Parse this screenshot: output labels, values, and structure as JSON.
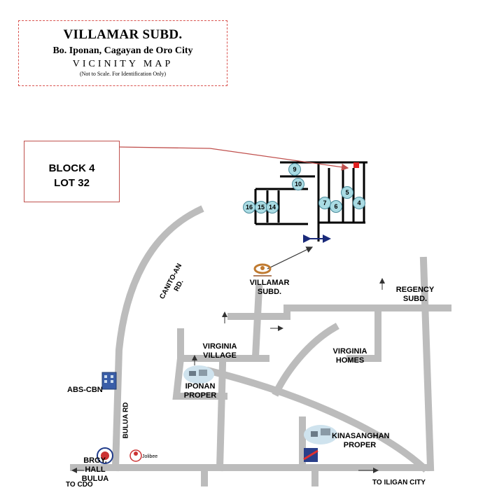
{
  "title": {
    "subdivision": "VILLAMAR SUBD.",
    "location": "Bo. Iponan,  Cagayan de Oro City",
    "map_label": "VICINITY MAP",
    "note": "(Not to Scale. For Identification Only)"
  },
  "callout": {
    "line1": "BLOCK 4",
    "line2": "LOT 32"
  },
  "lots": [
    "9",
    "10",
    "16",
    "15",
    "14",
    "7",
    "6",
    "5",
    "4"
  ],
  "labels": {
    "villamar": "VILLAMAR SUBD.",
    "canito_an": "CANITO-AN RD.",
    "regency": "REGENCY SUBD.",
    "virginia_village": "VIRGINIA VILLAGE",
    "virginia_homes": "VIRGINIA HOMES",
    "abs_cbn": "ABS-CBN",
    "iponan_proper": "IPONAN PROPER",
    "kinasanghan": "KINASANGHAN PROPER",
    "bulua_rd": "BULUA RD",
    "jollibee": "Jolibee",
    "brgy_hall": "BRGY. HALL BULUA",
    "to_cdo": "TO CDO",
    "to_iligan": "TO ILIGAN CITY"
  },
  "colors": {
    "road": "#bcbcbc",
    "callout_line": "#c0504d",
    "lot_fill": "#a9dbe3",
    "marker": "#e0a060"
  }
}
